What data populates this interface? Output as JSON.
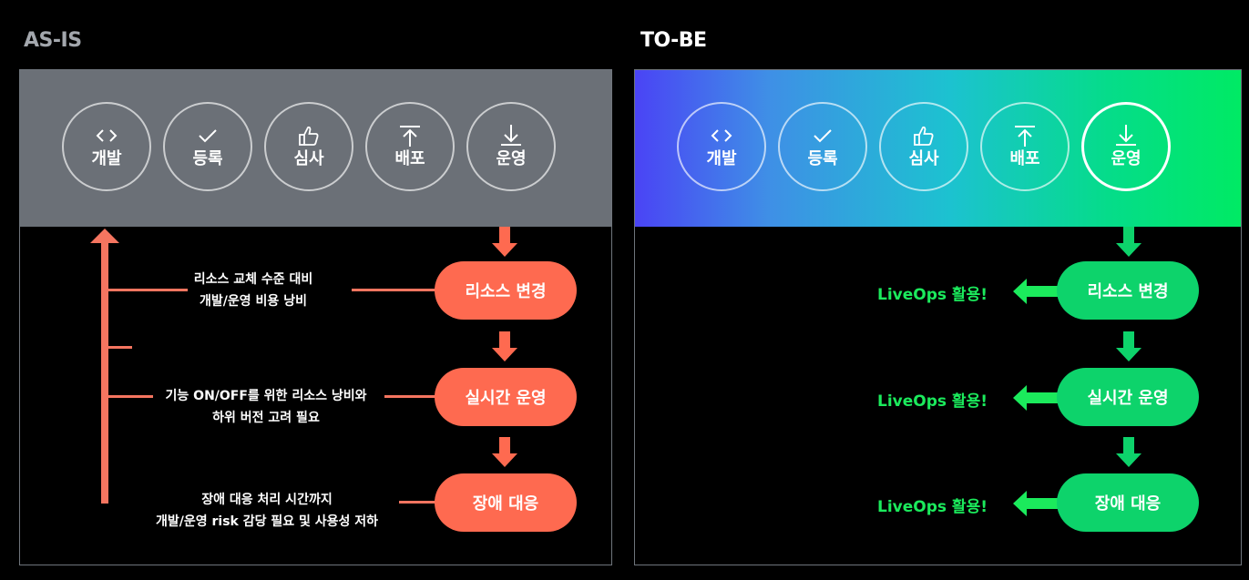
{
  "asis": {
    "title": "AS-IS",
    "steps": [
      {
        "label": "개발",
        "icon": "code-icon"
      },
      {
        "label": "등록",
        "icon": "check-icon"
      },
      {
        "label": "심사",
        "icon": "thumbs-up-icon"
      },
      {
        "label": "배포",
        "icon": "upload-icon"
      },
      {
        "label": "운영",
        "icon": "download-icon"
      }
    ],
    "flow": [
      {
        "label": "리소스 변경",
        "note_line1": "리소스 교체 수준 대비",
        "note_line2": "개발/운영 비용 낭비"
      },
      {
        "label": "실시간 운영",
        "note_line1": "기능 ON/OFF를 위한 리소스 낭비와",
        "note_line2": "하위 버전 고려 필요"
      },
      {
        "label": "장애 대응",
        "note_line1": "장애 대응 처리 시간까지",
        "note_line2": "개발/운영 risk 감당 필요 및 사용성 저하"
      }
    ]
  },
  "tobe": {
    "title": "TO-BE",
    "steps": [
      {
        "label": "개발",
        "icon": "code-icon"
      },
      {
        "label": "등록",
        "icon": "check-icon"
      },
      {
        "label": "심사",
        "icon": "thumbs-up-icon"
      },
      {
        "label": "배포",
        "icon": "upload-icon"
      },
      {
        "label": "운영",
        "icon": "download-icon",
        "active": true
      }
    ],
    "flow": [
      {
        "label": "리소스 변경",
        "callout": "LiveOps 활용!"
      },
      {
        "label": "실시간 운영",
        "callout": "LiveOps 활용!"
      },
      {
        "label": "장애 대응",
        "callout": "LiveOps 활용!"
      }
    ]
  },
  "colors": {
    "asis_band": "#6b7077",
    "asis_accent": "#fe6a50",
    "tobe_accent": "#0dd36b",
    "tobe_callout": "#1bea5c",
    "gradient_start": "#4a44f5",
    "gradient_end": "#00ea64"
  }
}
